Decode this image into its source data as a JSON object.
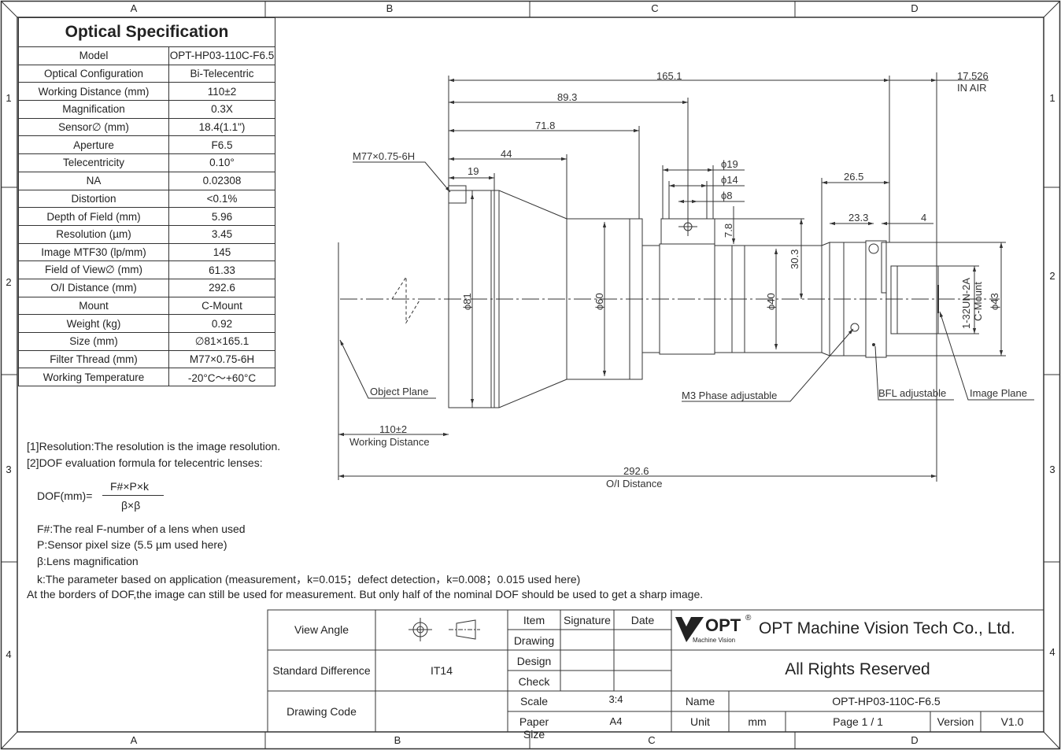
{
  "zones": {
    "columns": [
      "A",
      "B",
      "C",
      "D"
    ],
    "rows": [
      "1",
      "2",
      "3",
      "4"
    ]
  },
  "spec": {
    "title": "Optical Specification",
    "rows": [
      {
        "label": "Model",
        "value": "OPT-HP03-110C-F6.5"
      },
      {
        "label": "Optical Configuration",
        "value": "Bi-Telecentric"
      },
      {
        "label": "Working Distance (mm)",
        "value": "110±2"
      },
      {
        "label": "Magnification",
        "value": "0.3X"
      },
      {
        "label": "Sensor∅ (mm)",
        "value": "18.4(1.1\")"
      },
      {
        "label": "Aperture",
        "value": "F6.5"
      },
      {
        "label": "Telecentricity",
        "value": "0.10°"
      },
      {
        "label": "NA",
        "value": "0.02308"
      },
      {
        "label": "Distortion",
        "value": "<0.1%"
      },
      {
        "label": "Depth of Field (mm)",
        "value": "5.96"
      },
      {
        "label": "Resolution (µm)",
        "value": "3.45"
      },
      {
        "label": "Image MTF30 (lp/mm)",
        "value": "145"
      },
      {
        "label": "Field of View∅ (mm)",
        "value": "61.33"
      },
      {
        "label": "O/I Distance (mm)",
        "value": "292.6"
      },
      {
        "label": "Mount",
        "value": "C-Mount"
      },
      {
        "label": "Weight (kg)",
        "value": "0.92"
      },
      {
        "label": "Size (mm)",
        "value": "∅81×165.1"
      },
      {
        "label": "Filter Thread (mm)",
        "value": "M77×0.75-6H"
      },
      {
        "label": "Working Temperature",
        "value": "-20°C～+60°C"
      }
    ]
  },
  "notes": {
    "note1": "[1]Resolution:The resolution is  the image resolution.",
    "note2": "[2]DOF evaluation formula for telecentric lenses:",
    "dof_label": "DOF(mm)=",
    "dof_numerator": "F#×P×k",
    "dof_denominator": "β×β",
    "fnum": "F#:The real F-number of a lens when used",
    "pixel": "P:Sensor pixel size (5.5 µm used here)",
    "beta": "β:Lens magnification",
    "k": "k:The parameter based on application (measurement，k=0.015；defect detection，k=0.008；0.015 used here)",
    "borders": "At the borders of DOF,the image can still be used for measurement. But only half of the nominal DOF should be used to get a sharp image."
  },
  "drawing": {
    "dim_total": "165.1",
    "dim_89": "89.3",
    "dim_71": "71.8",
    "dim_44": "44",
    "dim_19": "19",
    "dim_backfocus": "17.526",
    "in_air": "IN AIR",
    "dim_26": "26.5",
    "dim_23": "23.3",
    "dim_4": "4",
    "dia_19": "ϕ19",
    "dia_14": "ϕ14",
    "dia_8": "ϕ8",
    "dim_78": "7.8",
    "dim_303": "30.3",
    "dia_81": "ϕ81",
    "dia_60": "ϕ60",
    "dia_40": "ϕ40",
    "dia_43": "ϕ43",
    "thread": "M77×0.75-6H",
    "unc": "1-32UN-2A",
    "cmount": "C-Mount",
    "object_plane": "Object Plane",
    "image_plane": "Image Plane",
    "m3": "M3 Phase adjustable",
    "bfl": "BFL adjustable",
    "wd_value": "110±2",
    "wd_label": "Working Distance",
    "oi_value": "292.6",
    "oi_label": "O/I Distance"
  },
  "titleblock": {
    "view_angle": "View Angle",
    "std_diff": "Standard Difference",
    "std_value": "IT14",
    "drawing_code": "Drawing Code",
    "item": "Item",
    "signature": "Signature",
    "date": "Date",
    "drawing": "Drawing",
    "design": "Design",
    "check": "Check",
    "scale": "Scale",
    "scale_value": "3:4",
    "paper_size": "Paper Size",
    "paper_value": "A4",
    "logo_text": "OPT",
    "logo_sub": "Machine Vision",
    "company": "OPT Machine Vision Tech Co., Ltd.",
    "rights": "All Rights Reserved",
    "name": "Name",
    "name_value": "OPT-HP03-110C-F6.5",
    "unit": "Unit",
    "unit_value": "mm",
    "page": "Page  1 / 1",
    "version": "Version",
    "version_value": "V1.0"
  }
}
